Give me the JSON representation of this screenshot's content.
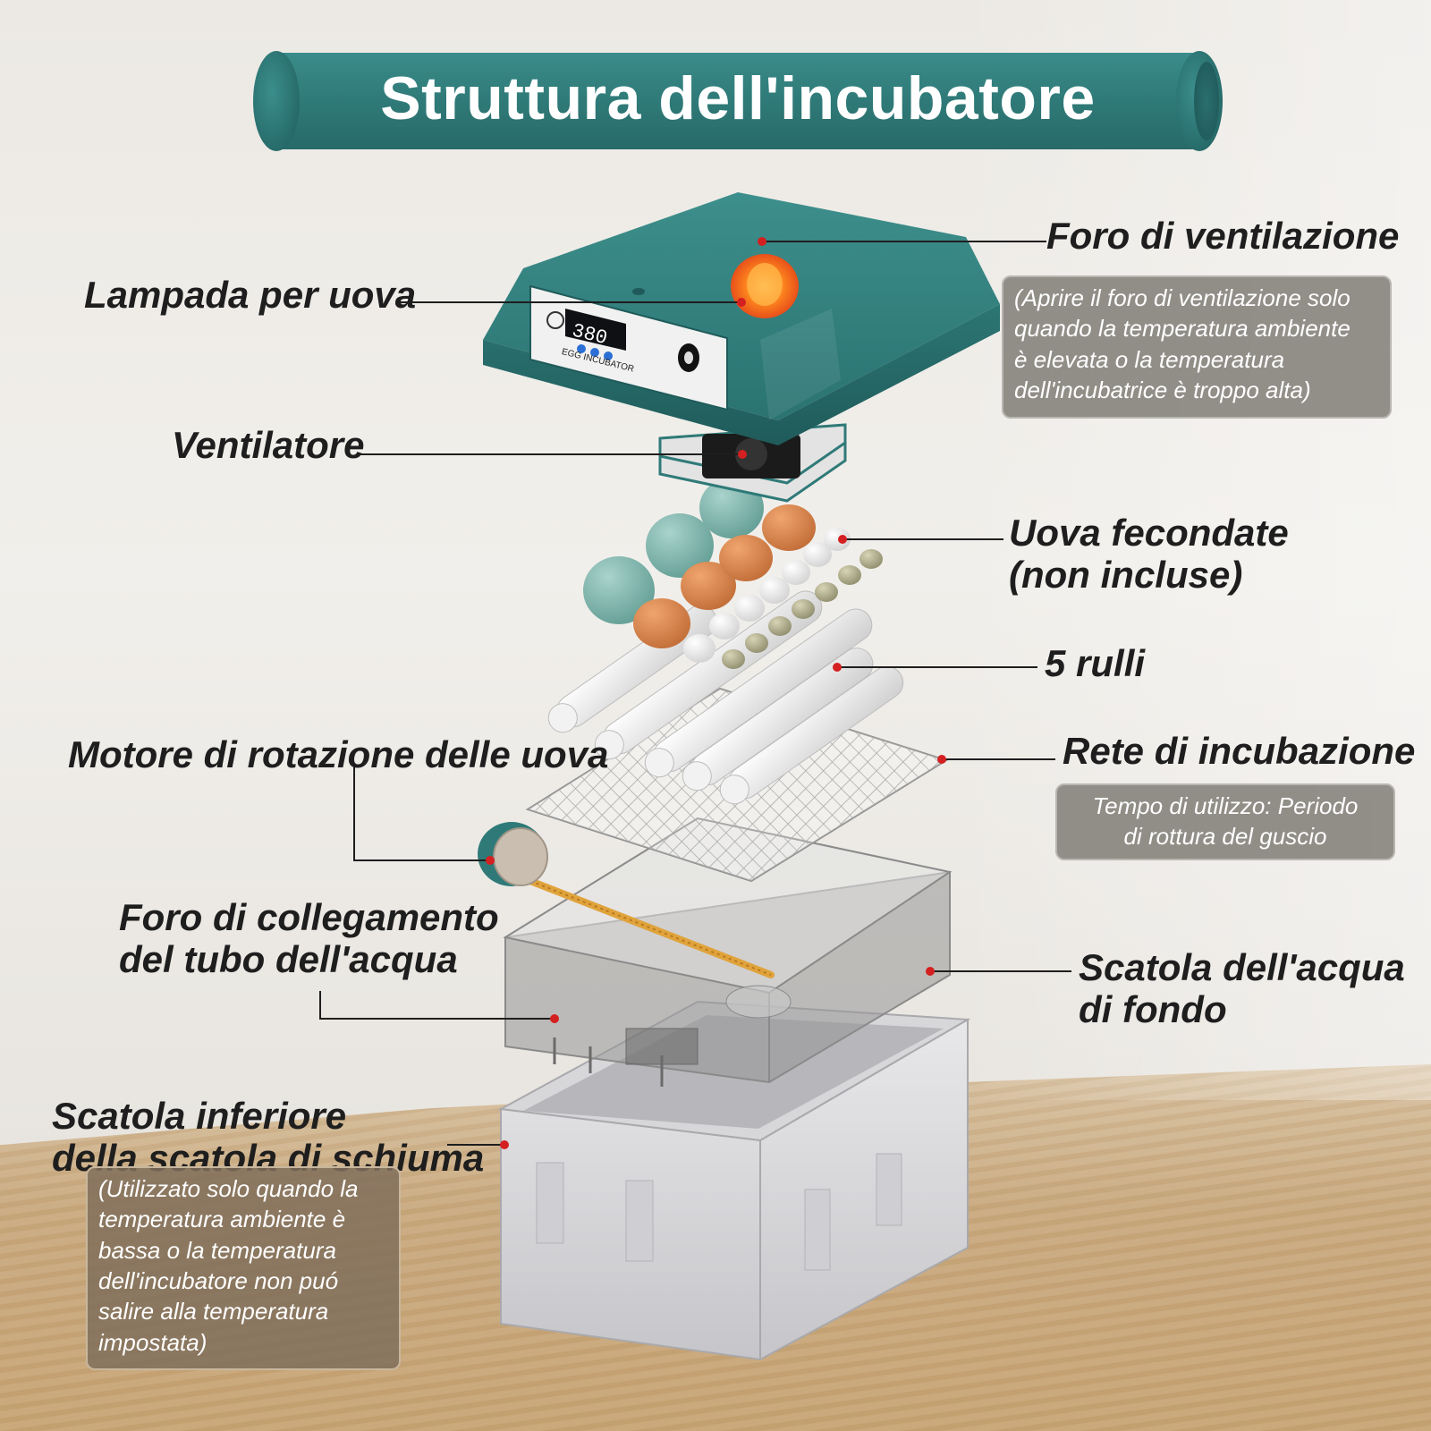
{
  "title": "Struttura dell'incubatore",
  "labels": {
    "vent": "Foro di ventilazione",
    "lamp": "Lampada per uova",
    "fan": "Ventilatore",
    "eggs_line1": "Uova fecondate",
    "eggs_line2": "(non incluse)",
    "rollers": "5 rulli",
    "motor": "Motore di rotazione delle uova",
    "net": "Rete di incubazione",
    "hose_line1": "Foro di collegamento",
    "hose_line2": "del tubo dell'acqua",
    "water_box_line1": "Scatola dell'acqua",
    "water_box_line2": "di fondo",
    "foam_line1": "Scatola inferiore",
    "foam_line2": "della scatola di schiuma"
  },
  "notes": {
    "vent": [
      "(Aprire il foro di ventilazione solo",
      "quando la temperatura ambiente",
      "è elevata o la temperatura",
      "dell'incubatrice è troppo alta)"
    ],
    "net": [
      "Tempo di utilizzo: Periodo",
      "di rottura del guscio"
    ],
    "foam": [
      "(Utilizzato solo quando la",
      "temperatura ambiente è",
      "bassa o la temperatura",
      "dell'incubatore non puó",
      "salire alla temperatura",
      "impostata)"
    ]
  },
  "device_panel": {
    "display": "380",
    "label": "EGG INCUBATOR"
  },
  "colors": {
    "teal": "#2f7a78",
    "pointer_dot": "#d42020",
    "egg_blue": "#7fb6ad",
    "egg_brown": "#d9864f"
  }
}
